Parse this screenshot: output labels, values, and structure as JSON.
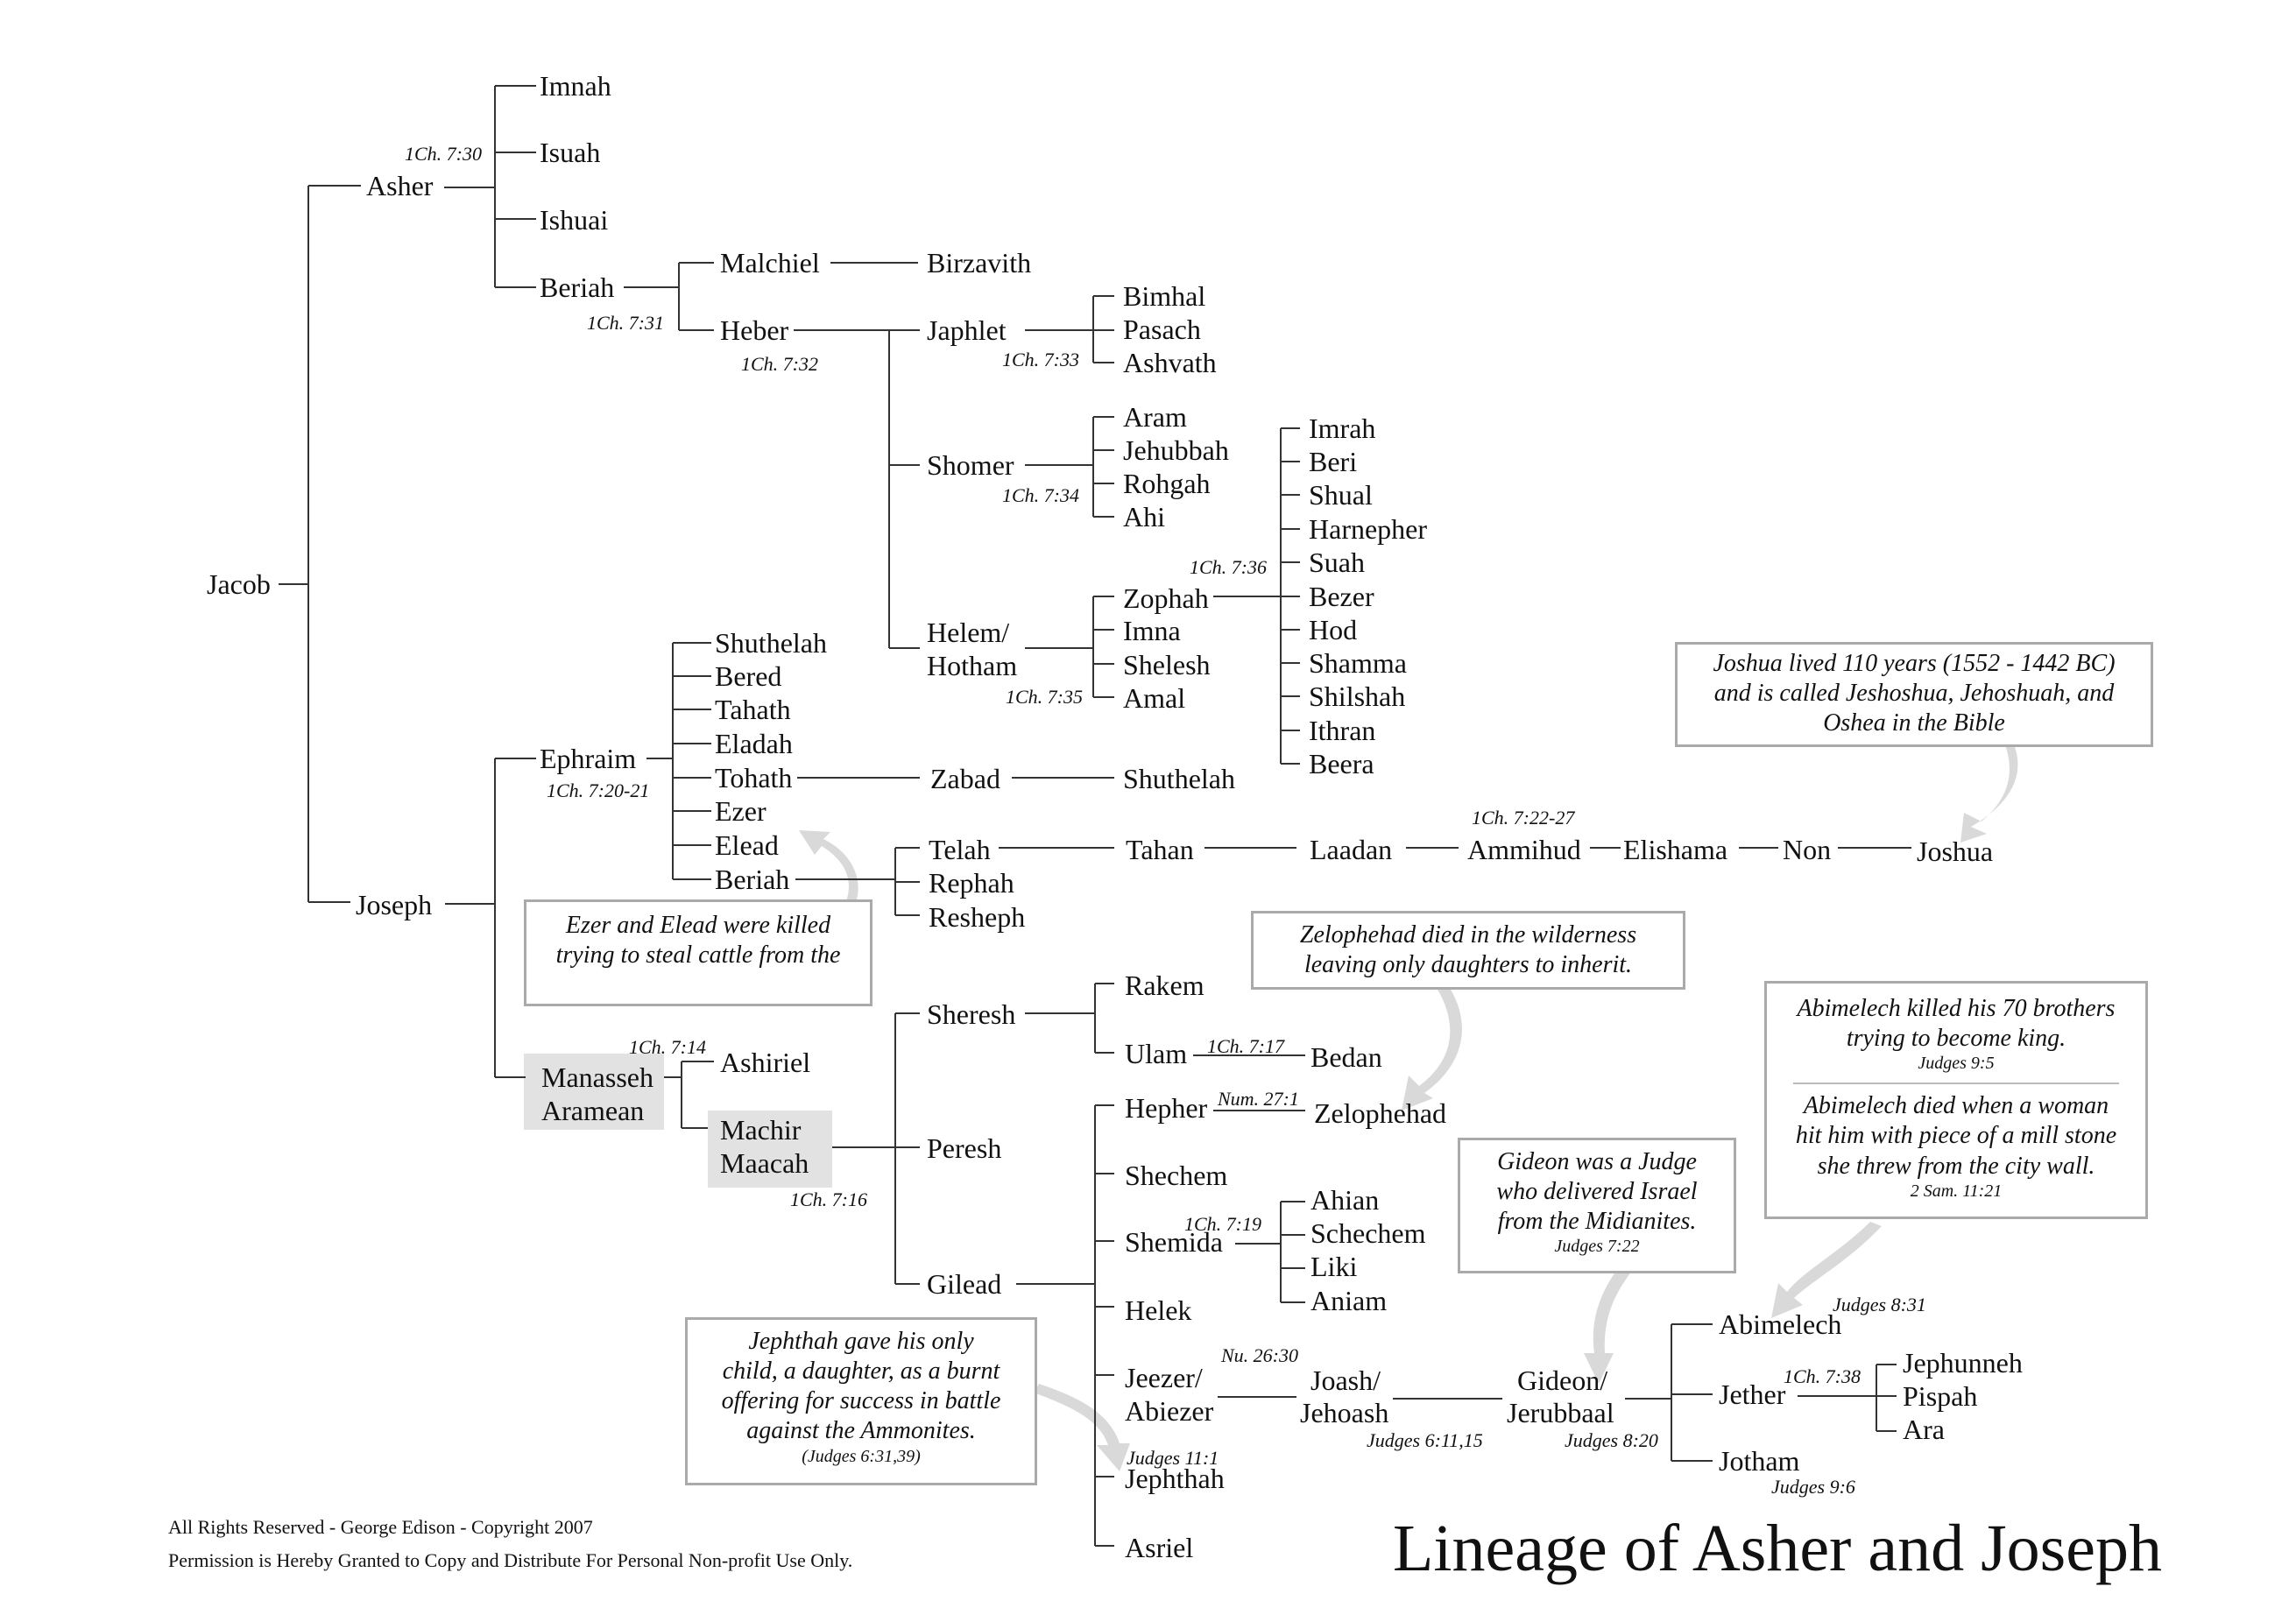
{
  "title": "Lineage of Asher and Joseph",
  "copyright": "All Rights Reserved  -  George Edison  -  Copyright 2007",
  "permission": "Permission is Hereby Granted to Copy and Distribute For Personal Non-profit Use Only.",
  "people": {
    "jacob": "Jacob",
    "asher": "Asher",
    "joseph": "Joseph",
    "imnah": "Imnah",
    "isuah": "Isuah",
    "ishuai": "Ishuai",
    "beriah_a": "Beriah",
    "malchiel": "Malchiel",
    "birzavith": "Birzavith",
    "heber": "Heber",
    "japhlet": "Japhlet",
    "bimhal": "Bimhal",
    "pasach": "Pasach",
    "ashvath": "Ashvath",
    "shomer": "Shomer",
    "aram": "Aram",
    "jehubbah": "Jehubbah",
    "rohgah": "Rohgah",
    "ahi": "Ahi",
    "helem1": "Helem/",
    "helem2": "Hotham",
    "zophah": "Zophah",
    "imna": "Imna",
    "shelesh": "Shelesh",
    "amal": "Amal",
    "imrah": "Imrah",
    "beri": "Beri",
    "shual": "Shual",
    "harnepher": "Harnepher",
    "suah": "Suah",
    "bezer": "Bezer",
    "hod": "Hod",
    "shamma": "Shamma",
    "shilshah": "Shilshah",
    "ithran": "Ithran",
    "beera": "Beera",
    "ephraim": "Ephraim",
    "shuthelah1": "Shuthelah",
    "bered": "Bered",
    "tahath": "Tahath",
    "eladah": "Eladah",
    "tohath": "Tohath",
    "ezer": "Ezer",
    "elead": "Elead",
    "beriah_e": "Beriah",
    "zabad": "Zabad",
    "shuthelah2": "Shuthelah",
    "telah": "Telah",
    "rephah": "Rephah",
    "resheph": "Resheph",
    "tahan": "Tahan",
    "laadan": "Laadan",
    "ammihud": "Ammihud",
    "elishama": "Elishama",
    "non": "Non",
    "joshua": "Joshua",
    "manasseh1": "Manasseh",
    "manasseh2": "Aramean",
    "ashiriel": "Ashiriel",
    "machir1": "Machir",
    "machir2": "Maacah",
    "sheresh": "Sheresh",
    "peresh": "Peresh",
    "gilead": "Gilead",
    "rakem": "Rakem",
    "ulam": "Ulam",
    "bedan": "Bedan",
    "hepher": "Hepher",
    "zelophehad": "Zelophehad",
    "shechem": "Shechem",
    "shemida": "Shemida",
    "ahian": "Ahian",
    "schechem": "Schechem",
    "liki": "Liki",
    "aniam": "Aniam",
    "helek": "Helek",
    "jeezer1": "Jeezer/",
    "jeezer2": "Abiezer",
    "joash1": "Joash/",
    "joash2": "Jehoash",
    "gideon1": "Gideon/",
    "gideon2": "Jerubbaal",
    "abimelech": "Abimelech",
    "jether": "Jether",
    "jotham": "Jotham",
    "jephunneh": "Jephunneh",
    "pispah": "Pispah",
    "ara": "Ara",
    "jephthah": "Jephthah",
    "asriel": "Asriel"
  },
  "refs": {
    "asher": "1Ch. 7:30",
    "beriah": "1Ch. 7:31",
    "heber": "1Ch. 7:32",
    "japhlet": "1Ch. 7:33",
    "shomer": "1Ch. 7:34",
    "helem": "1Ch. 7:35",
    "zophah": "1Ch. 7:36",
    "ephraim": "1Ch. 7:20-21",
    "ammihud": "1Ch. 7:22-27",
    "manasseh": "1Ch. 7:14",
    "machir": "1Ch. 7:16",
    "ulam": "1Ch. 7:17",
    "hepher": "Num. 27:1",
    "shemida": "1Ch. 7:19",
    "jeezer": "Nu. 26:30",
    "joash": "Judges 6:11,15",
    "gideon": "Judges 8:20",
    "abimelech": "Judges 8:31",
    "jether": "1Ch. 7:38",
    "jotham": "Judges 9:6",
    "jephthah": "Judges 11:1"
  },
  "notes": {
    "joshua": [
      "Joshua lived 110 years (1552 - 1442 BC)",
      "and is called Jeshoshua, Jehoshuah, and",
      "Oshea in the Bible"
    ],
    "ezer": [
      "Ezer and Elead were killed",
      "trying to steal cattle from the"
    ],
    "zelophehad": [
      "Zelophehad died in the wilderness",
      "leaving only daughters to inherit."
    ],
    "abimelech_a": [
      "Abimelech killed his 70 brothers",
      "trying to become king."
    ],
    "abimelech_a_ref": "Judges 9:5",
    "abimelech_b": [
      "Abimelech died when a woman",
      "hit him with piece of a mill stone",
      "she threw from the city wall."
    ],
    "abimelech_b_ref": "2 Sam. 11:21",
    "gideon": [
      "Gideon was a Judge",
      "who delivered Israel",
      "from the Midianites."
    ],
    "gideon_ref": "Judges 7:22",
    "jephthah": [
      "Jephthah gave his only",
      "child, a daughter, as a burnt",
      "offering for success in battle",
      "against the Ammonites."
    ],
    "jephthah_ref": "(Judges 6:31,39)"
  },
  "colors": {
    "line": "#333333",
    "note_border": "#aaaaaa",
    "arrow": "#d9d9d9",
    "highlight": "#e2e2e2"
  }
}
